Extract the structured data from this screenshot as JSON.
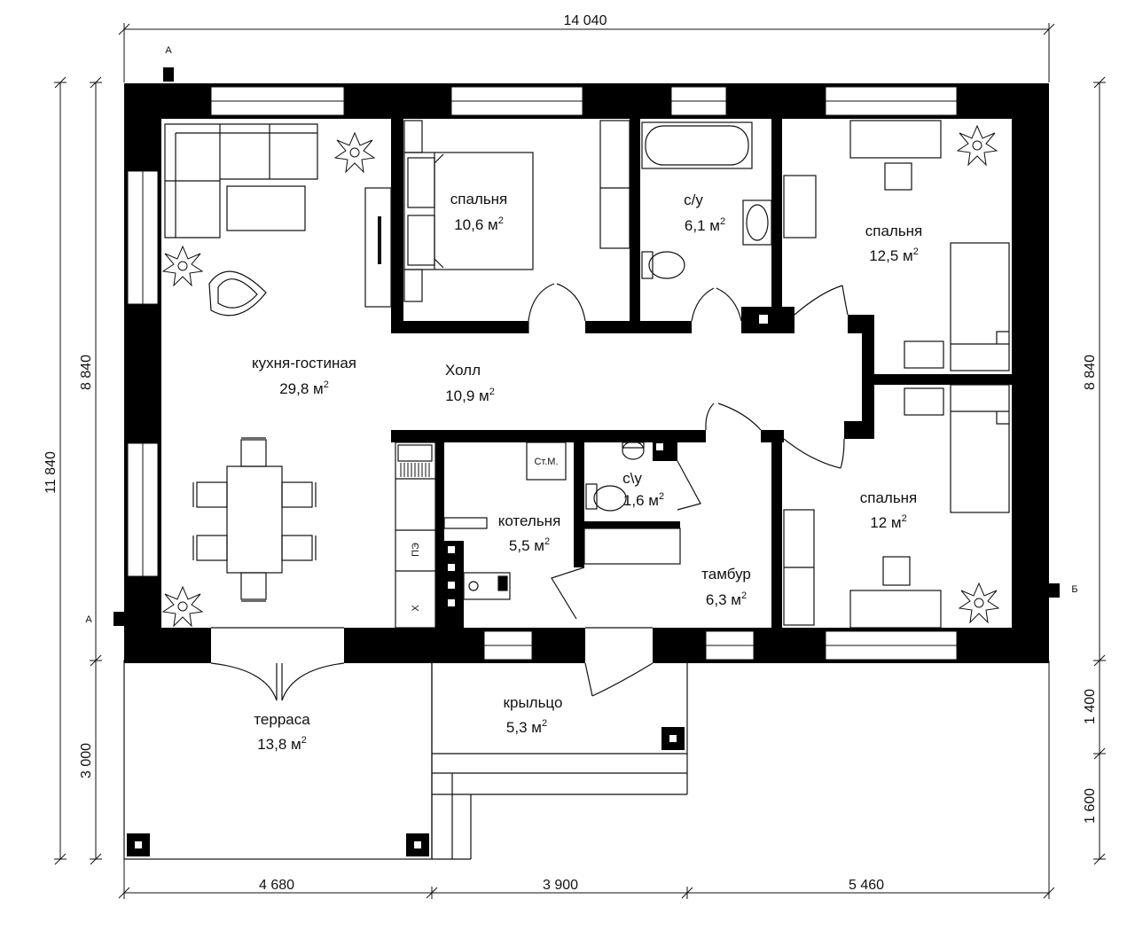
{
  "dimensions": {
    "top": "14 040",
    "left_total": "11 840",
    "left_house": "8 840",
    "left_terrace": "3 000",
    "right_house": "8 840",
    "right_porch": "1 400",
    "right_steps": "1 600",
    "bottom_left": "4 680",
    "bottom_mid": "3 900",
    "bottom_right": "5 460"
  },
  "section_marks": {
    "a1": "А",
    "a2": "А",
    "b1": "Б"
  },
  "rooms": [
    {
      "name": "кухня-гостиная",
      "area": "29,8 м"
    },
    {
      "name": "спальня",
      "area": "10,6 м"
    },
    {
      "name": "с/у",
      "area": "6,1 м"
    },
    {
      "name": "спальня",
      "area": "12,5 м"
    },
    {
      "name": "Холл",
      "area": "10,9 м"
    },
    {
      "name": "котельня",
      "area": "5,5 м"
    },
    {
      "name": "с\\у",
      "area": "1,6 м"
    },
    {
      "name": "тамбур",
      "area": "6,3 м"
    },
    {
      "name": "спальня",
      "area": "12 м"
    },
    {
      "name": "терраса",
      "area": "13,8 м"
    },
    {
      "name": "крыльцо",
      "area": "5,3 м"
    }
  ],
  "area_exponent": "2",
  "equipment": {
    "washer": "Ст.М.",
    "stove": "ПЭ",
    "fridge": "Х"
  }
}
